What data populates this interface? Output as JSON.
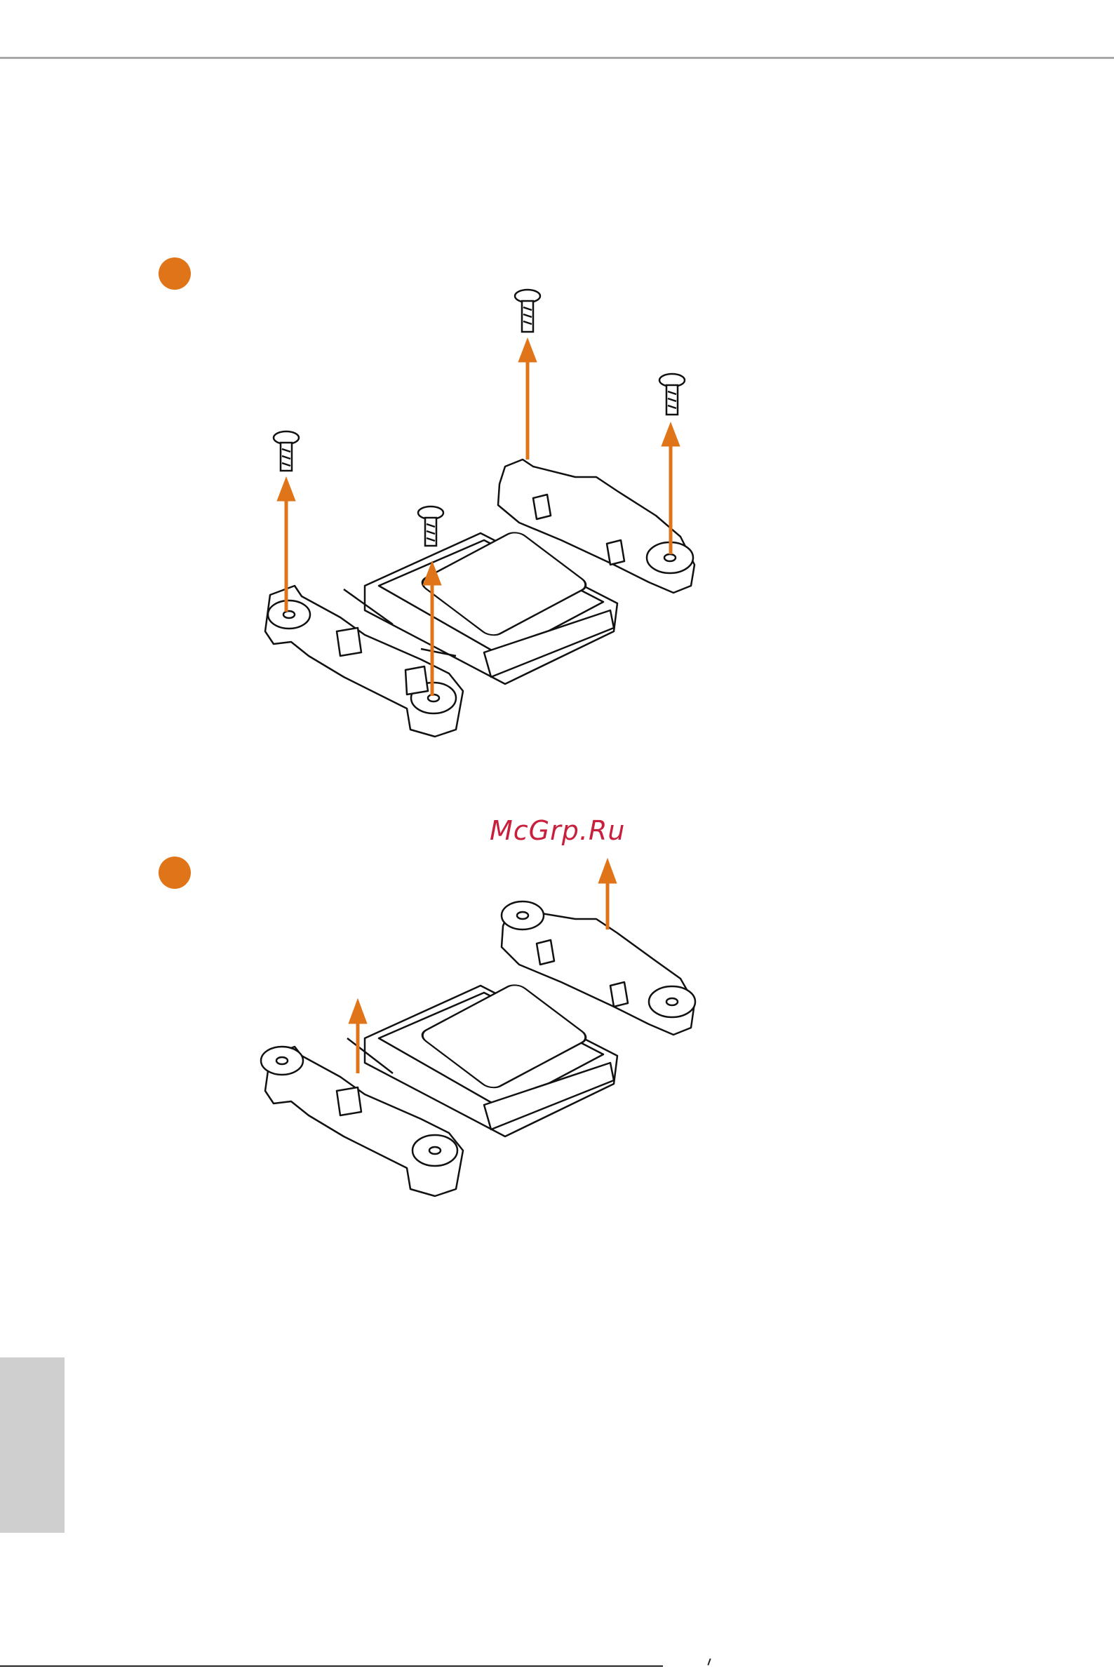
{
  "page": {
    "watermark_text": "McGrp.Ru"
  },
  "steps": [
    {
      "number": ""
    },
    {
      "number": ""
    }
  ],
  "colors": {
    "accent": "#e07418",
    "watermark": "#c8203c",
    "line": "#111111",
    "side_tab": "#cfcfcf",
    "top_rule": "#a8a8a8"
  },
  "figures": [
    {
      "name": "remove-four-screws",
      "arrow_count": 4
    },
    {
      "name": "remove-retention-brackets",
      "arrow_count": 2
    }
  ]
}
